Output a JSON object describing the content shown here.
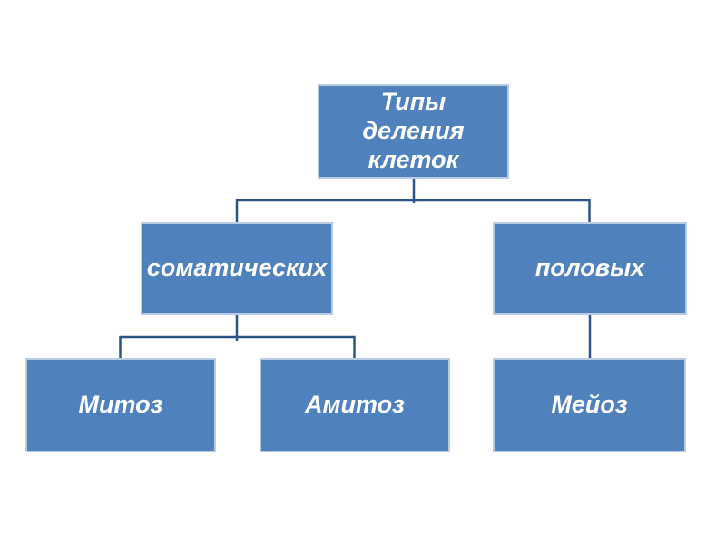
{
  "diagram": {
    "type": "hierarchy",
    "nodes": {
      "root": {
        "label": "Типы деления клеток"
      },
      "somatic": {
        "label": "соматических"
      },
      "sexual": {
        "label": "половых"
      },
      "mitosis": {
        "label": "Митоз"
      },
      "amitosis": {
        "label": "Амитоз"
      },
      "meiosis": {
        "label": "Мейоз"
      }
    },
    "edges": [
      {
        "from": "root",
        "to": "somatic"
      },
      {
        "from": "root",
        "to": "sexual"
      },
      {
        "from": "somatic",
        "to": "mitosis"
      },
      {
        "from": "somatic",
        "to": "amitosis"
      },
      {
        "from": "sexual",
        "to": "meiosis"
      }
    ]
  },
  "colors": {
    "node_fill": "#4f81bd",
    "node_border": "#b7cce2",
    "connector": "#2a5488",
    "node_text": "#ffffff",
    "background": "#ffffff"
  }
}
